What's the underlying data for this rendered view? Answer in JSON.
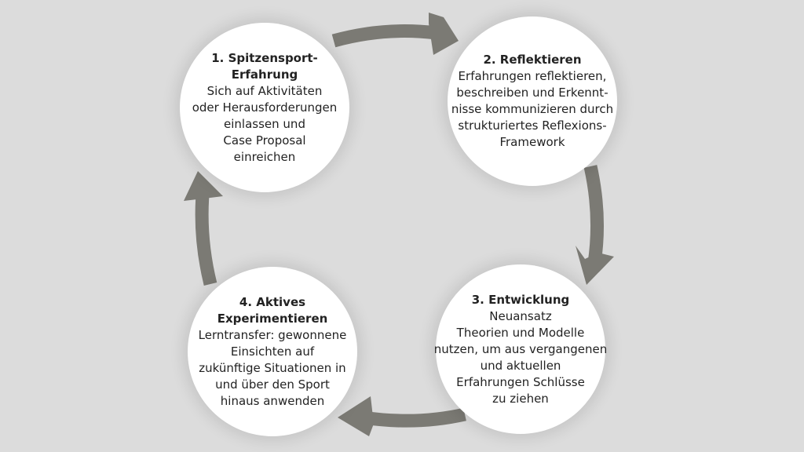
{
  "colors": {
    "background": "#dcdcdc",
    "arrow": "#7b7a74",
    "circle": "#ffffff"
  },
  "steps": [
    {
      "title": [
        "1. Spitzensport-",
        "Erfahrung"
      ],
      "body": [
        "Sich auf Aktivitäten",
        "oder Herausforderungen",
        "einlassen und",
        "Case Proposal",
        "einreichen"
      ]
    },
    {
      "title": [
        "2. Reflektieren"
      ],
      "body": [
        "Erfahrungen reflektieren,",
        "beschreiben und Erkennt-",
        "nisse kommunizieren durch",
        "strukturiertes Reflexions-",
        "Framework"
      ]
    },
    {
      "title": [
        "3. Entwicklung"
      ],
      "body": [
        "Neuansatz",
        "Theorien und Modelle",
        "nutzen, um aus vergangenen",
        "und aktuellen",
        "Erfahrungen Schlüsse",
        "zu ziehen"
      ]
    },
    {
      "title": [
        "4. Aktives",
        "Experimentieren"
      ],
      "body": [
        "Lerntransfer: gewonnene",
        "Einsichten auf",
        "zukünftige Situationen in",
        "und über den Sport",
        "hinaus anwenden"
      ]
    }
  ]
}
